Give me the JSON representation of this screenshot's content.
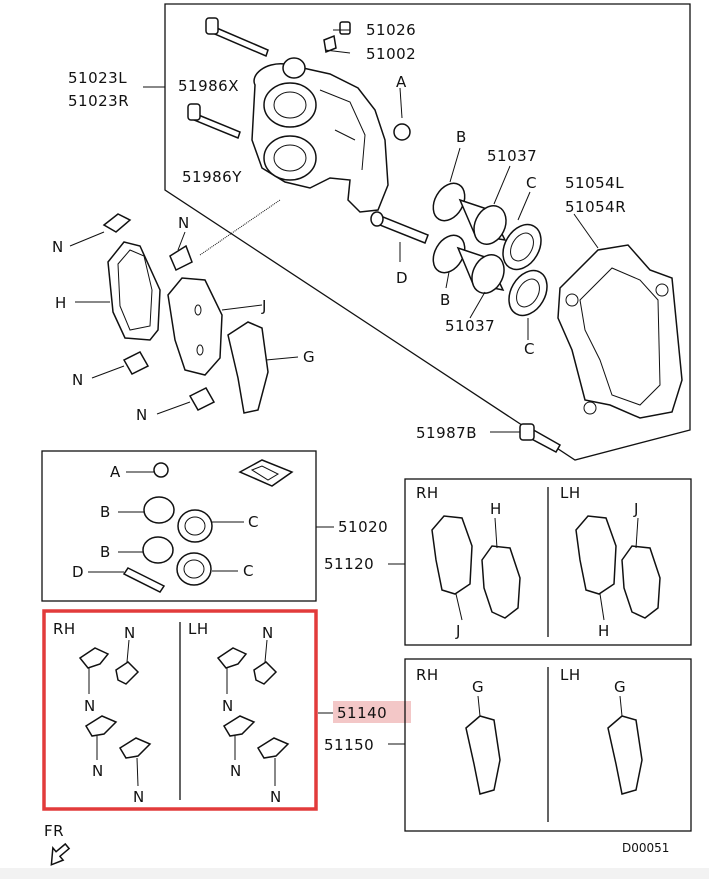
{
  "colors": {
    "highlight": "#e23b3b",
    "highlight_fill": "#f3c7c7",
    "line": "#111111"
  },
  "main": {
    "p51026": "51026",
    "p51002": "51002",
    "p51023L": "51023L",
    "p51023R": "51023R",
    "p51986X": "51986X",
    "p51986Y": "51986Y",
    "a": "A",
    "b": "B",
    "d": "D",
    "n": "N",
    "h": "H",
    "j": "J",
    "g": "G",
    "c": "C",
    "p51037": "51037",
    "p51054L": "51054L",
    "p51054R": "51054R",
    "p51987B": "51987B"
  },
  "kits": {
    "p51020": "51020",
    "p51120": "51120",
    "p51140": "51140",
    "p51150": "51150",
    "rh": "RH",
    "lh": "LH"
  },
  "footer": {
    "fr": "FR",
    "code": "D00051"
  }
}
